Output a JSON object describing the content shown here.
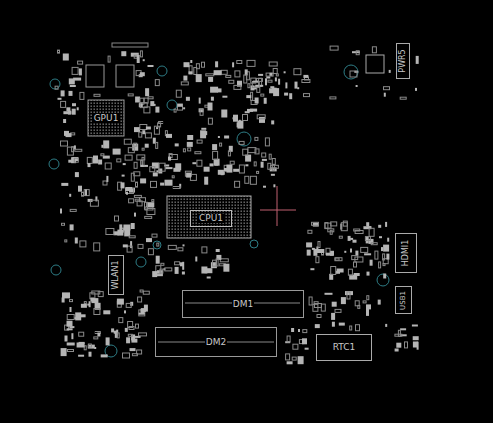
{
  "diagram": {
    "nodes": [
      {
        "text": [
          "PWR5"
        ]
      },
      {
        "text": [
          "GPU1"
        ]
      },
      {
        "text": [
          "CPU1"
        ]
      },
      {
        "text": [
          "HDMI1"
        ]
      },
      {
        "text": [
          "WLAN1"
        ]
      },
      {
        "text": [
          "USB1"
        ]
      },
      {
        "text": [
          "DM1"
        ]
      },
      {
        "text": [
          "DM2"
        ]
      },
      {
        "text": [
          "RTC1"
        ]
      }
    ]
  }
}
